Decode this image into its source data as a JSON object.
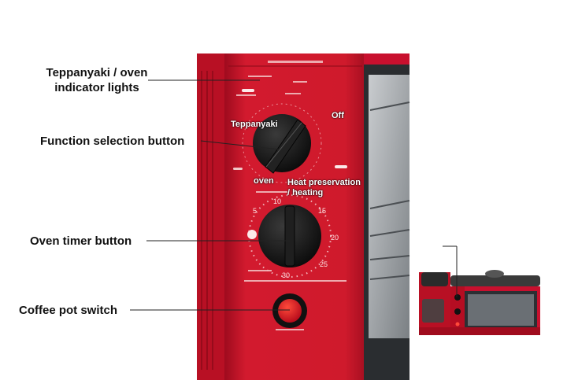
{
  "callouts": {
    "indicator": "Teppanyaki / oven\nindicator lights",
    "function": "Function selection button",
    "timer": "Oven timer button",
    "coffee": "Coffee pot switch"
  },
  "panel_labels": {
    "teppanyaki": "Teppanyaki",
    "off": "Off",
    "oven": "oven",
    "heat": "Heat preservation\n/ heating"
  },
  "timer_ticks": [
    "5",
    "10",
    "15",
    "20",
    "25",
    "30"
  ],
  "colors": {
    "body_red": "#c8102e",
    "panel_red": "#d21a2e",
    "knob_black": "#141414"
  }
}
